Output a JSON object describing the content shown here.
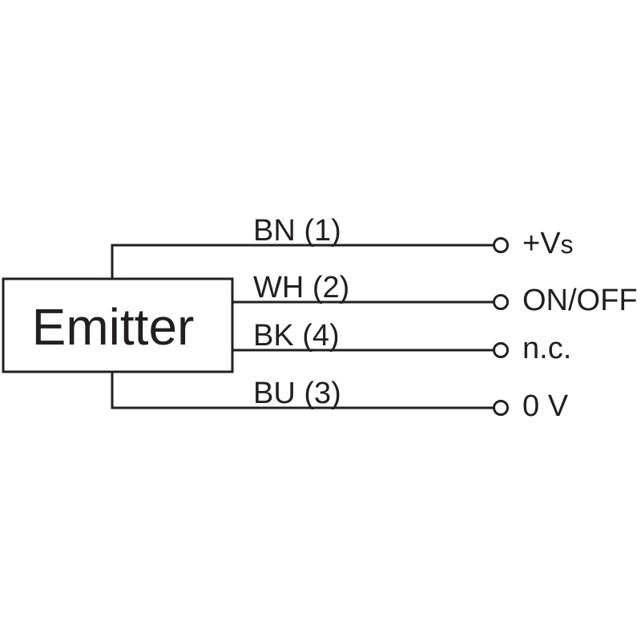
{
  "diagram": {
    "device_label": "Emitter",
    "colors": {
      "line": "#231f20",
      "background": "#ffffff"
    },
    "wires": [
      {
        "label": "BN (1)",
        "terminal_main": "+V",
        "terminal_small": "s"
      },
      {
        "label": "WH (2)",
        "terminal_main": "ON/OFF",
        "terminal_small": ""
      },
      {
        "label": "BK (4)",
        "terminal_main": "n.c.",
        "terminal_small": ""
      },
      {
        "label": "BU (3)",
        "terminal_main": "0 V",
        "terminal_small": ""
      }
    ]
  }
}
